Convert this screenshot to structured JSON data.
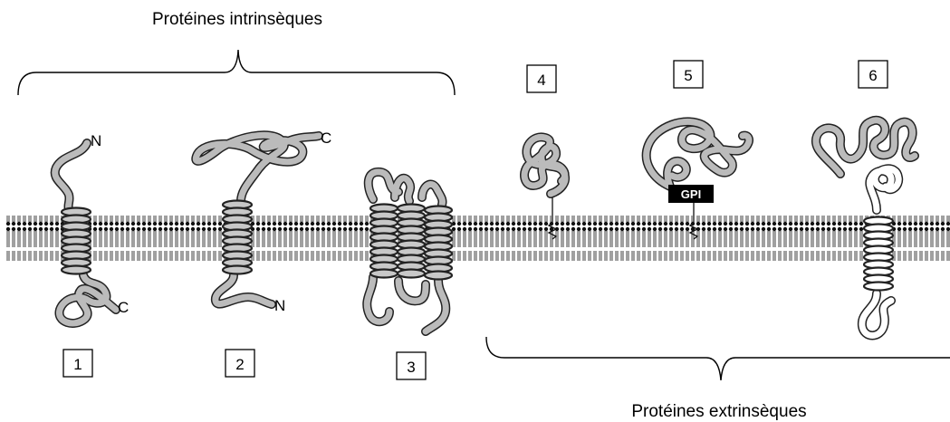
{
  "groups": {
    "intrinsic": "Protéines intrinsèques",
    "extrinsic": "Protéines extrinsèques"
  },
  "proteins": [
    {
      "number": "1",
      "n_term": "N",
      "c_term": "C"
    },
    {
      "number": "2",
      "n_term": "N",
      "c_term": "C"
    },
    {
      "number": "3"
    },
    {
      "number": "4"
    },
    {
      "number": "5",
      "anchor": "GPI"
    },
    {
      "number": "6"
    }
  ],
  "colors": {
    "protein_fill": "#b3b3b3",
    "protein_outline": "#222222",
    "membrane": "#111111",
    "gpi_box": "#000000"
  }
}
